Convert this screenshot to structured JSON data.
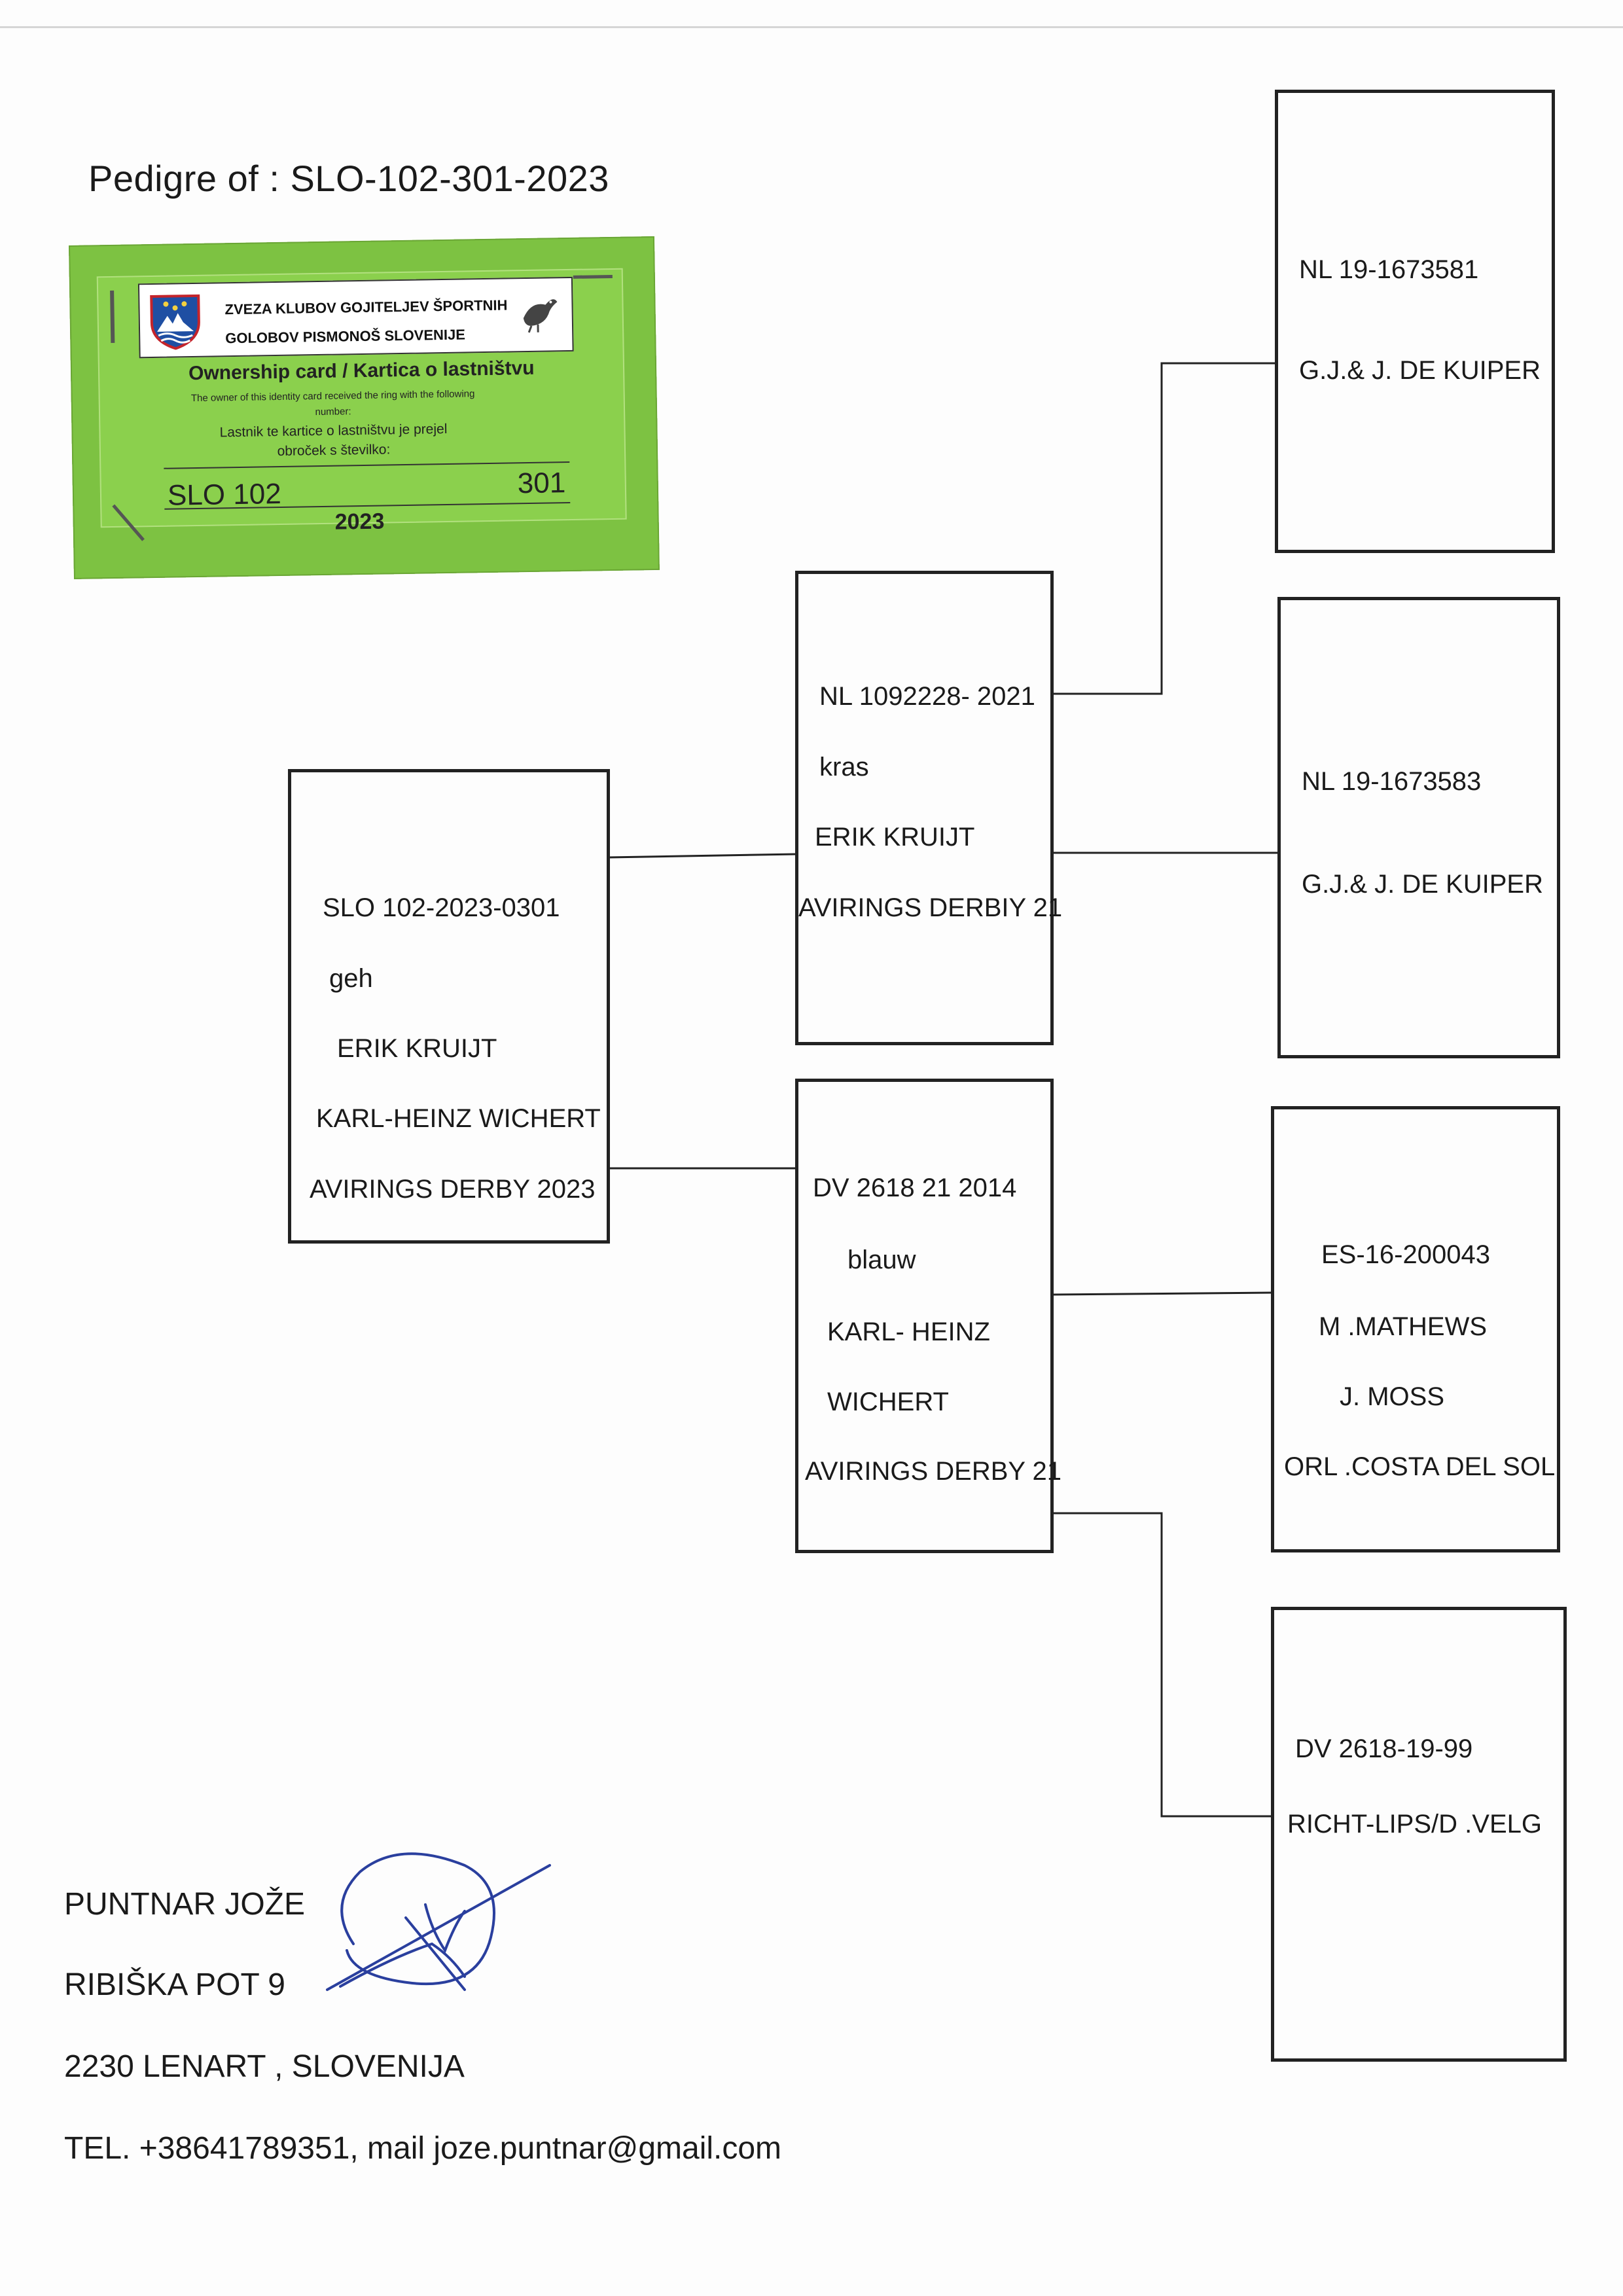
{
  "document": {
    "title": "Pedigre of :  SLO-102-301-2023"
  },
  "ownership_card": {
    "org_line1": "ZVEZA KLUBOV GOJITELJEV ŠPORTNIH",
    "org_line2": "GOLOBOV PISMONOŠ SLOVENIJE",
    "card_title": "Ownership card / Kartica o lastništvu",
    "english_line1": "The owner of this identity card received the ring with the following",
    "english_line2": "number:",
    "slovene_line1": "Lastnik te kartice o lastništvu je prejel",
    "slovene_line2": "obroček s številko:",
    "ring_prefix": "SLO 102",
    "ring_number": "301",
    "ring_year": "2023"
  },
  "pedigree": {
    "subject": {
      "lines": [
        "SLO 102-2023-0301",
        "geh",
        "ERIK KRUIJT",
        "KARL-HEINZ WICHERT",
        "AVIRINGS DERBY 2023"
      ]
    },
    "sire": {
      "lines": [
        "NL 1092228- 2021",
        "kras",
        "ERIK KRUIJT",
        "AVIRINGS DERBIY 21"
      ]
    },
    "dam": {
      "lines": [
        "DV  2618 21 2014",
        "blauw",
        "KARL- HEINZ",
        "WICHERT",
        "AVIRINGS DERBY 21"
      ]
    },
    "sire_sire": {
      "lines": [
        "NL 19-1673581",
        "G.J.& J. DE KUIPER"
      ]
    },
    "sire_dam": {
      "lines": [
        "NL 19-1673583",
        "G.J.& J. DE KUIPER"
      ]
    },
    "dam_sire": {
      "lines": [
        "ES-16-200043",
        "M .MATHEWS",
        "J. MOSS",
        "ORL .COSTA DEL SOL"
      ]
    },
    "dam_dam": {
      "lines": [
        "DV  2618-19-99",
        "RICHT-LIPS/D .VELG"
      ]
    }
  },
  "owner": {
    "name": "PUNTNAR   JOŽE",
    "street": "RIBIŠKA  POT  9",
    "city": "2230 LENART  ,  SLOVENIJA",
    "contact": "TEL. +38641789351,  mail  joze.puntnar@gmail.com"
  },
  "colors": {
    "card_green": "#7dc242",
    "ink": "#1a1a1a",
    "signature_blue": "#2a3f9e"
  }
}
